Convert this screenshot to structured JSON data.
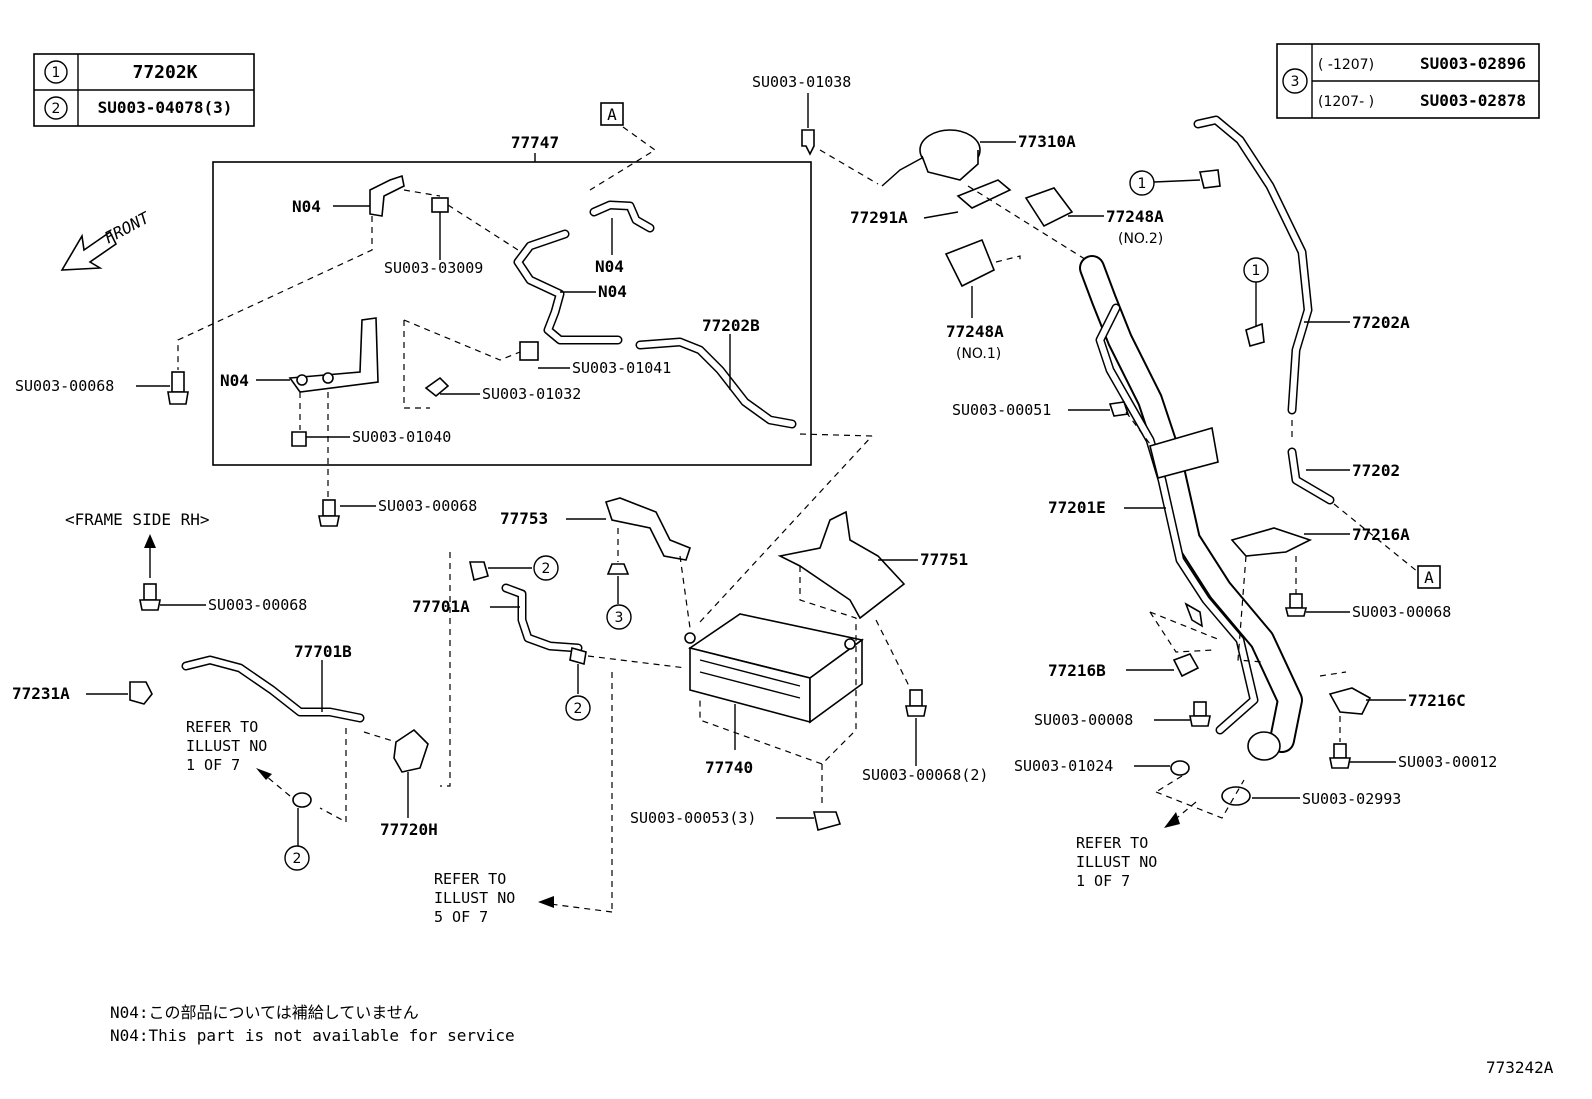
{
  "legend_left": {
    "rows": [
      {
        "mark": "1",
        "value": "77202K"
      },
      {
        "mark": "2",
        "value": "SU003-04078(3)"
      }
    ]
  },
  "legend_right": {
    "mark": "3",
    "rows": [
      {
        "range": "(    -1207)",
        "value": "SU003-02896"
      },
      {
        "range": "(1207-    )",
        "value": "SU003-02878"
      }
    ]
  },
  "front_label": "FRONT",
  "frame_side_label": "<FRAME SIDE RH>",
  "view_marker": "A",
  "parts": {
    "p77747": "77747",
    "p77310A": "77310A",
    "p77291A": "77291A",
    "p77248A_no2": "77248A",
    "p77248A_no2_sub": "(NO.2)",
    "p77248A_no1": "77248A",
    "p77248A_no1_sub": "(NO.1)",
    "p77202A": "77202A",
    "p77202": "77202",
    "p77216A": "77216A",
    "p77216B": "77216B",
    "p77216C": "77216C",
    "p77201E": "77201E",
    "p77202B": "77202B",
    "p77753": "77753",
    "p77751": "77751",
    "p77701A": "77701A",
    "p77701B": "77701B",
    "p77231A": "77231A",
    "p77720H": "77720H",
    "p77740": "77740",
    "n04_a": "N04",
    "n04_b": "N04",
    "n04_c": "N04",
    "n04_d": "N04",
    "su_01038": "SU003-01038",
    "su_03009": "SU003-03009",
    "su_01041": "SU003-01041",
    "su_01032": "SU003-01032",
    "su_01040": "SU003-01040",
    "su_00068_left": "SU003-00068",
    "su_00068_bottom": "SU003-00068",
    "su_00068_frame": "SU003-00068",
    "su_00051": "SU003-00051",
    "su_00068_right": "SU003-00068",
    "su_00008": "SU003-00008",
    "su_01024": "SU003-01024",
    "su_00012": "SU003-00012",
    "su_02993": "SU003-02993",
    "su_00068_2": "SU003-00068(2)",
    "su_00053_3": "SU003-00053(3)"
  },
  "refer_left": [
    "REFER TO",
    "ILLUST NO",
    "1 OF 7"
  ],
  "refer_mid": [
    "REFER TO",
    "ILLUST NO",
    "5 OF 7"
  ],
  "refer_right": [
    "REFER TO",
    "ILLUST NO",
    "1 OF 7"
  ],
  "notes": [
    "N04:この部品については補給していません",
    "N04:This part is not available for service"
  ],
  "illustration_code": "773242A"
}
